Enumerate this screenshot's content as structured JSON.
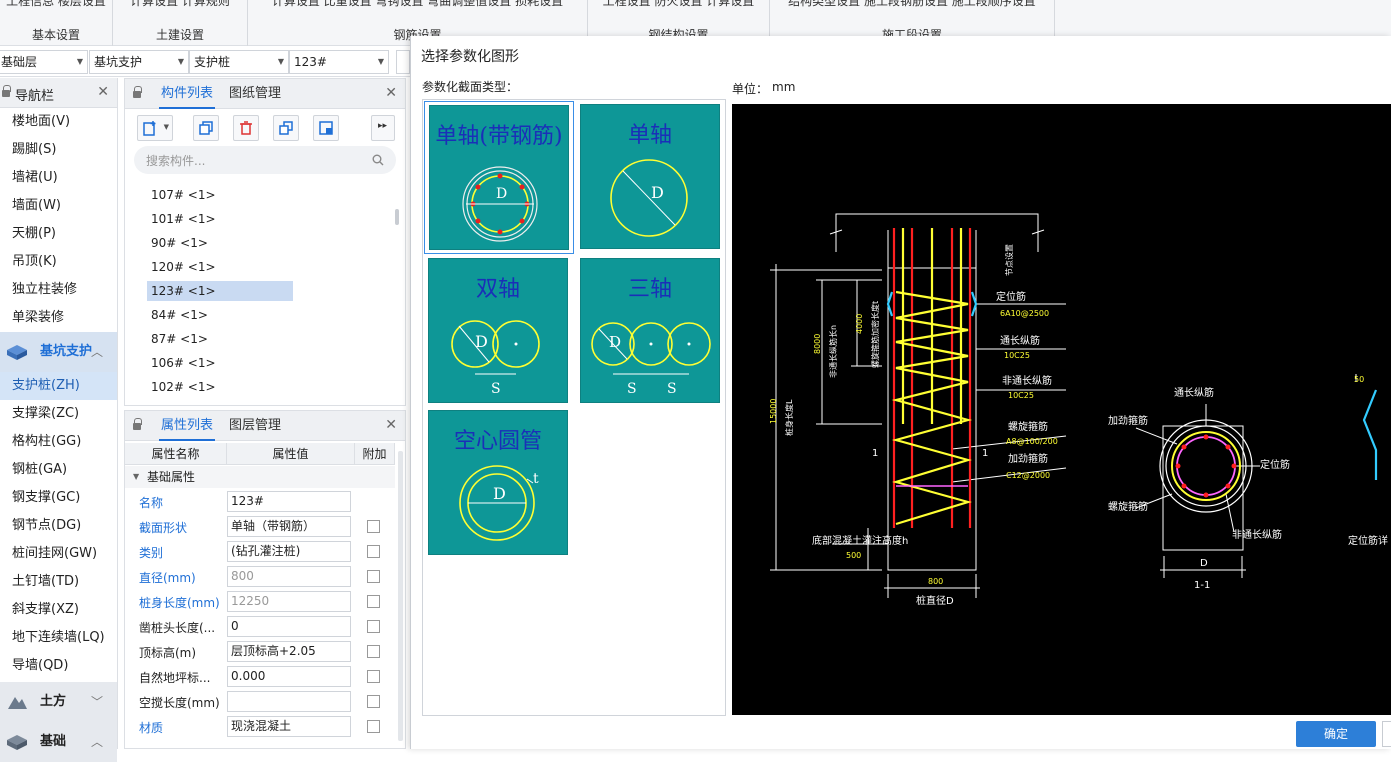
{
  "ribbon": {
    "groups": [
      {
        "items": "工程信息 楼层设置",
        "label": "基本设置"
      },
      {
        "items": "计算设置 计算规则",
        "label": "土建设置"
      },
      {
        "items": "计算设置 比重设置 弯钩设置 弯曲调整值设置 损耗设置",
        "label": "钢筋设置"
      },
      {
        "items": "工程设置 防火设置 计算设置",
        "label": "钢结构设置"
      },
      {
        "items": "结构类型设置 施工段钢筋设置 施工段顺序设置",
        "label": "施工段设置"
      }
    ]
  },
  "filterbar": {
    "floor": "基础层",
    "category": "基坑支护",
    "type": "支护桩",
    "component": "123#"
  },
  "nav": {
    "title": "导航栏",
    "items_top": [
      "楼地面(V)",
      "踢脚(S)",
      "墙裙(U)",
      "墙面(W)",
      "天棚(P)",
      "吊顶(K)",
      "独立柱装修",
      "单梁装修"
    ],
    "group_active": "基坑支护",
    "items_active": [
      "支护桩(ZH)",
      "支撑梁(ZC)",
      "格构柱(GG)",
      "钢桩(GA)",
      "钢支撑(GC)",
      "钢节点(DG)",
      "桩间挂网(GW)",
      "土钉墙(TD)",
      "斜支撑(XZ)",
      "地下连续墙(LQ)",
      "导墙(QD)"
    ],
    "selected": "支护桩(ZH)",
    "group_2": "土方",
    "group_3": "基础"
  },
  "components": {
    "tab_active": "构件列表",
    "tab_other": "图纸管理",
    "search_placeholder": "搜索构件...",
    "rows": [
      "107# <1>",
      "101# <1>",
      "90# <1>",
      "120# <1>",
      "123# <1>",
      "84# <1>",
      "87# <1>",
      "106# <1>",
      "102# <1>"
    ],
    "selected": "123# <1>"
  },
  "properties": {
    "tab_active": "属性列表",
    "tab_other": "图层管理",
    "headers": [
      "属性名称",
      "属性值",
      "附加"
    ],
    "group": "基础属性",
    "rows": [
      {
        "name": "名称",
        "value": "123#",
        "blue": true,
        "gray": false,
        "check": false
      },
      {
        "name": "截面形状",
        "value": "单轴（带钢筋）",
        "blue": true,
        "gray": false,
        "check": true
      },
      {
        "name": "类别",
        "value": "(钻孔灌注桩)",
        "blue": true,
        "gray": false,
        "check": true
      },
      {
        "name": "直径(mm)",
        "value": "800",
        "blue": true,
        "gray": true,
        "check": true
      },
      {
        "name": "桩身长度(mm)",
        "value": "12250",
        "blue": true,
        "gray": true,
        "check": true
      },
      {
        "name": "凿桩头长度(...",
        "value": "0",
        "blue": false,
        "gray": false,
        "check": true
      },
      {
        "name": "顶标高(m)",
        "value": "层顶标高+2.05",
        "blue": false,
        "gray": false,
        "check": true
      },
      {
        "name": "自然地坪标...",
        "value": "0.000",
        "blue": false,
        "gray": false,
        "check": true
      },
      {
        "name": "空搅长度(mm)",
        "value": "",
        "blue": false,
        "gray": false,
        "check": true
      },
      {
        "name": "材质",
        "value": "现浇混凝土",
        "blue": true,
        "gray": false,
        "check": true
      }
    ]
  },
  "dialog": {
    "title": "选择参数化图形",
    "section_label": "参数化截面类型：",
    "unit_label": "单位：",
    "unit_value": "mm",
    "shapes": [
      {
        "title": "单轴(带钢筋)",
        "selected": true
      },
      {
        "title": "单轴",
        "selected": false
      },
      {
        "title": "双轴",
        "selected": false
      },
      {
        "title": "三轴",
        "selected": false
      },
      {
        "title": "空心圆管",
        "selected": false
      }
    ],
    "ok_label": "确定",
    "preview": {
      "d_label": "D",
      "s_label": "S",
      "t_label": "t",
      "labels": {
        "dim_15000": "15000",
        "pile_len": "桩身长度L",
        "dim_8000": "8000",
        "nonthru_len": "非通长纵筋长n",
        "dim_4000": "4000",
        "spiral_dense": "螺旋箍筋加密长度t",
        "node_set": "节点设置",
        "pos_bar": "定位筋",
        "pos_bar_spec": "6A10@2500",
        "thru_bar": "通长纵筋",
        "thru_bar_spec": "10C25",
        "nonthru_bar": "非通长纵筋",
        "nonthru_bar_spec": "10C25",
        "spiral": "螺旋箍筋",
        "spiral_spec": "A8@100/200",
        "stiff_hoop": "加劲箍筋",
        "stiff_hoop_spec": "C12@2000",
        "bottom_concrete": "底部混凝土灌注高度h",
        "dim_500": "500",
        "dim_800": "800",
        "pile_dia": "桩直径D",
        "sec_thru": "通长纵筋",
        "sec_stiff": "加劲箍筋",
        "sec_pos": "定位筋",
        "sec_spiral": "螺旋箍筋",
        "sec_nonthru": "非通长纵筋",
        "sec_d": "D",
        "sec_name": "1-1",
        "mark_1a": "1",
        "mark_1b": "1",
        "dim_50": "50",
        "pos_detail": "定位筋详"
      }
    }
  },
  "colors": {
    "accent": "#1f6fd6",
    "tile": "#0e9797",
    "tile_title": "#1a2fb8",
    "cad_yellow": "#ffff33",
    "cad_red": "#ff2020",
    "cad_cyan": "#33ccff",
    "cad_magenta": "#ff66ff"
  }
}
